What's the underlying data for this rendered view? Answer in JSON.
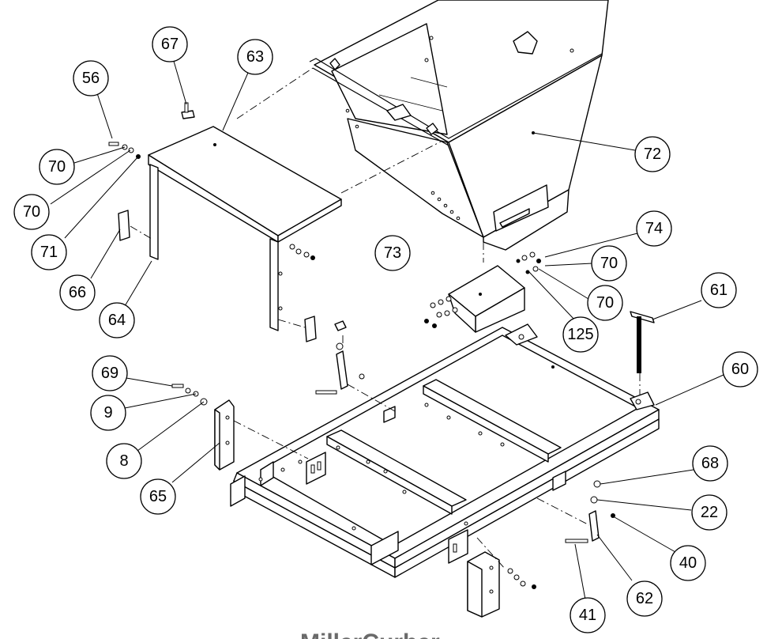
{
  "callouts": [
    {
      "label": "67"
    },
    {
      "label": "63"
    },
    {
      "label": "56"
    },
    {
      "label": "70"
    },
    {
      "label": "70"
    },
    {
      "label": "71"
    },
    {
      "label": "66"
    },
    {
      "label": "64"
    },
    {
      "label": "72"
    },
    {
      "label": "74"
    },
    {
      "label": "73"
    },
    {
      "label": "70"
    },
    {
      "label": "70"
    },
    {
      "label": "125"
    },
    {
      "label": "61"
    },
    {
      "label": "60"
    },
    {
      "label": "69"
    },
    {
      "label": "9"
    },
    {
      "label": "8"
    },
    {
      "label": "65"
    },
    {
      "label": "68"
    },
    {
      "label": "22"
    },
    {
      "label": "40"
    },
    {
      "label": "62"
    },
    {
      "label": "41"
    }
  ],
  "watermark": {
    "text": "MillerCurber"
  }
}
